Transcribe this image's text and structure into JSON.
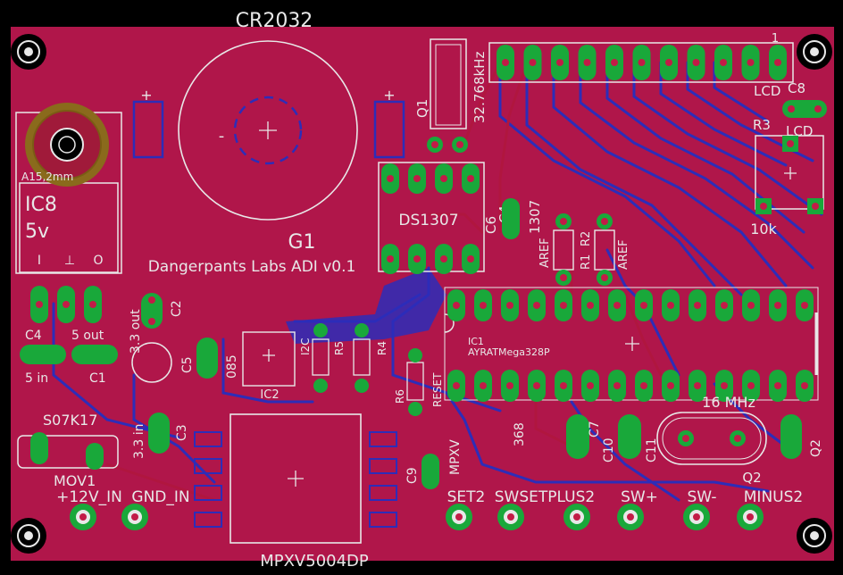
{
  "board": {
    "colors": {
      "background": "#000000",
      "copper_fill": "#b0164a",
      "silkscreen": "#e8e8e8",
      "pad": "#19a83a",
      "bottom_trace": "#2d2db8",
      "top_trace": "#b0163f"
    },
    "battery": {
      "name": "CR2032",
      "ref": "G1",
      "plus": "+",
      "minus": "-"
    },
    "credit": "Dangerpants Labs ADI v0.1",
    "regulator": {
      "ref": "IC8",
      "value": "5v",
      "dim": "A15,2mm",
      "pin_marks": [
        "I",
        "⊥",
        "O"
      ]
    },
    "crystal_small": {
      "ref": "Q1",
      "value": "32.768kHz"
    },
    "crystal_main": {
      "ref": "Q2",
      "value": "16 MHz"
    },
    "rtc": {
      "name": "DS1307",
      "labels": [
        "C6",
        "C4",
        "1307"
      ]
    },
    "lcd": {
      "header_ref": "LCD",
      "pin1": "1",
      "cap": "C8",
      "pot": "LCD",
      "pot_ref": "R3",
      "pot_value": "10k"
    },
    "mcu": {
      "ref": "IC1",
      "name": "AYRATMega328P"
    },
    "passives": [
      "C2",
      "3.3 out",
      "C5",
      "085",
      "C4",
      "5 out",
      "5 in",
      "C1",
      "3.3 in",
      "C3",
      "I2C",
      "R5",
      "R4",
      "R6",
      "RESET",
      "R1",
      "R2",
      "AREF",
      "AREF",
      "C9",
      "MPXV",
      "368",
      "C7",
      "C10",
      "C11",
      "Q2",
      "IC2"
    ],
    "mov": {
      "name": "S07K17",
      "ref": "MOV1"
    },
    "sensor": {
      "name": "MPXV5004DP"
    },
    "connectors": [
      "+12V_IN",
      "GND_IN",
      "SET2",
      "SWSETPLUS2",
      "SW+",
      "SW-",
      "MINUS2"
    ]
  }
}
